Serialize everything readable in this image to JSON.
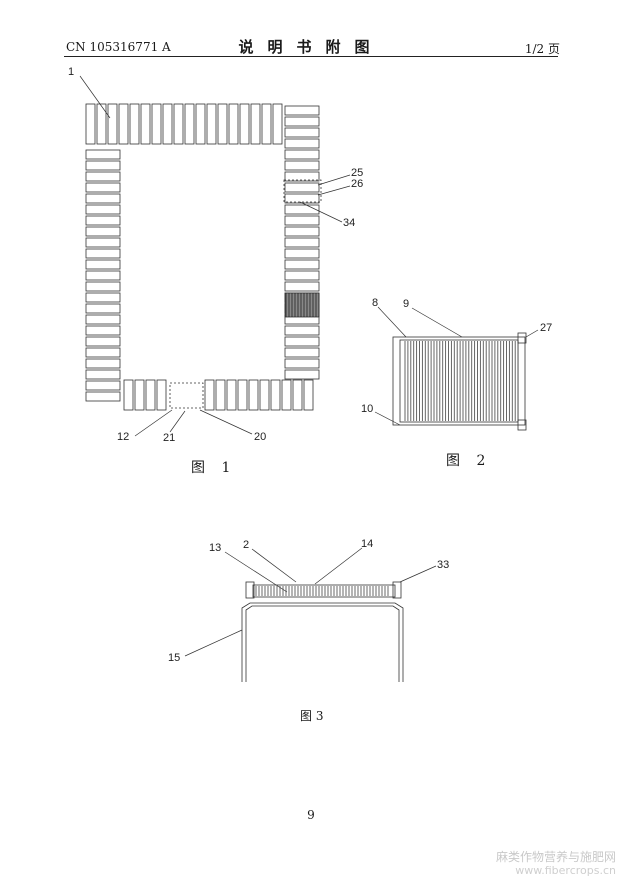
{
  "header": {
    "doc_number": "CN 105316771 A",
    "title": "说明书附图",
    "page_of": "1/2 页"
  },
  "figures": {
    "fig1": {
      "caption": "图 1",
      "labels": [
        "1",
        "25",
        "26",
        "34",
        "12",
        "21",
        "20"
      ]
    },
    "fig2": {
      "caption": "图 2",
      "labels": [
        "8",
        "9",
        "27",
        "10"
      ]
    },
    "fig3": {
      "caption": "图 3",
      "labels": [
        "13",
        "2",
        "14",
        "33",
        "15"
      ]
    }
  },
  "page_number": "9",
  "watermark": {
    "line1": "麻类作物营养与施肥网",
    "line2": "www.fibercrops.cn"
  }
}
